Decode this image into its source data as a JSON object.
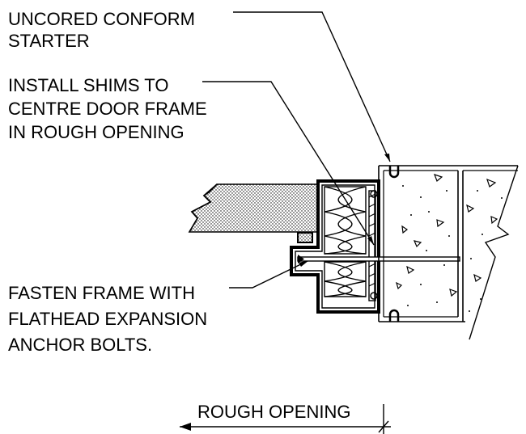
{
  "labels": {
    "conform_starter": [
      "UNCORED CONFORM",
      "STARTER"
    ],
    "shims": [
      "INSTALL SHIMS TO",
      "CENTRE DOOR FRAME",
      "IN ROUGH OPENING"
    ],
    "fasten": [
      "FASTEN FRAME WITH",
      "FLATHEAD EXPANSION",
      "ANCHOR BOLTS."
    ],
    "dimension": "ROUGH OPENING"
  },
  "colors": {
    "line": "#000000",
    "background": "#ffffff"
  }
}
